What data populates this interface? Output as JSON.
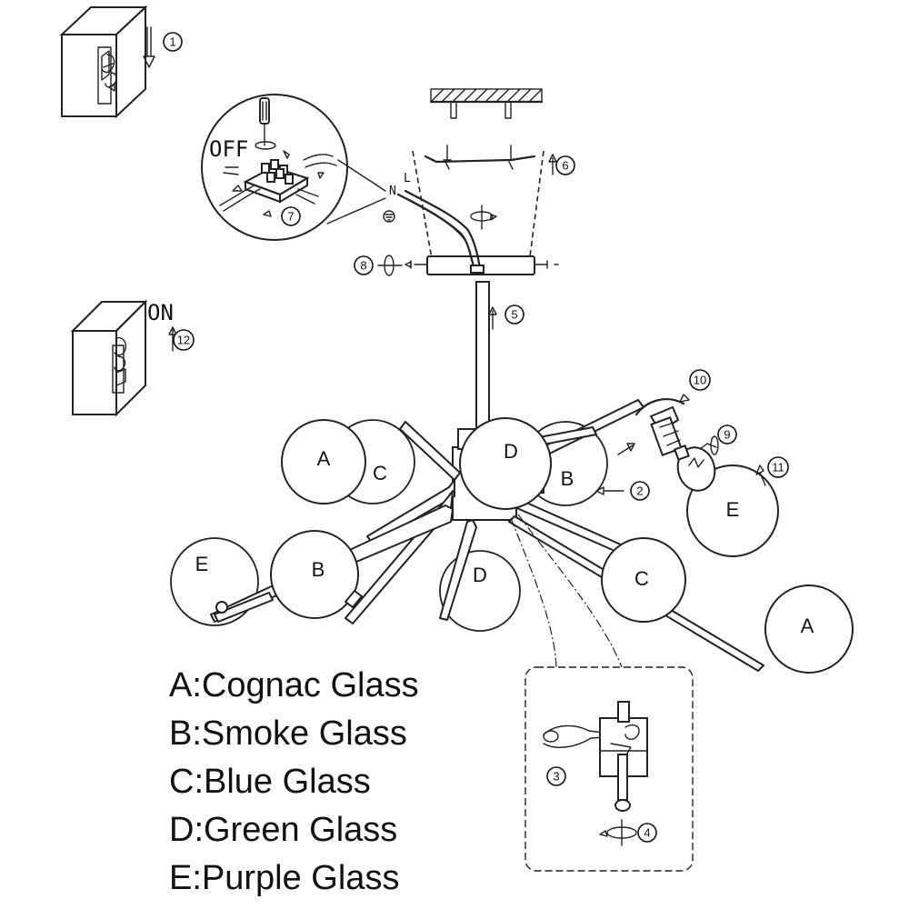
{
  "switch_off_label": "OFF",
  "switch_on_label": "ON",
  "wire_labels": {
    "neutral": "N",
    "live": "L"
  },
  "steps": [
    "1",
    "2",
    "3",
    "4",
    "5",
    "6",
    "7",
    "8",
    "9",
    "10",
    "11",
    "12"
  ],
  "globe_labels": [
    "A",
    "C",
    "D",
    "B",
    "E",
    "B",
    "D",
    "C",
    "A",
    "E"
  ],
  "legend": [
    {
      "text": "A:Cognac Glass"
    },
    {
      "text": "B:Smoke Glass"
    },
    {
      "text": "C:Blue Glass"
    },
    {
      "text": "D:Green Glass"
    },
    {
      "text": "E:Purple Glass"
    }
  ]
}
